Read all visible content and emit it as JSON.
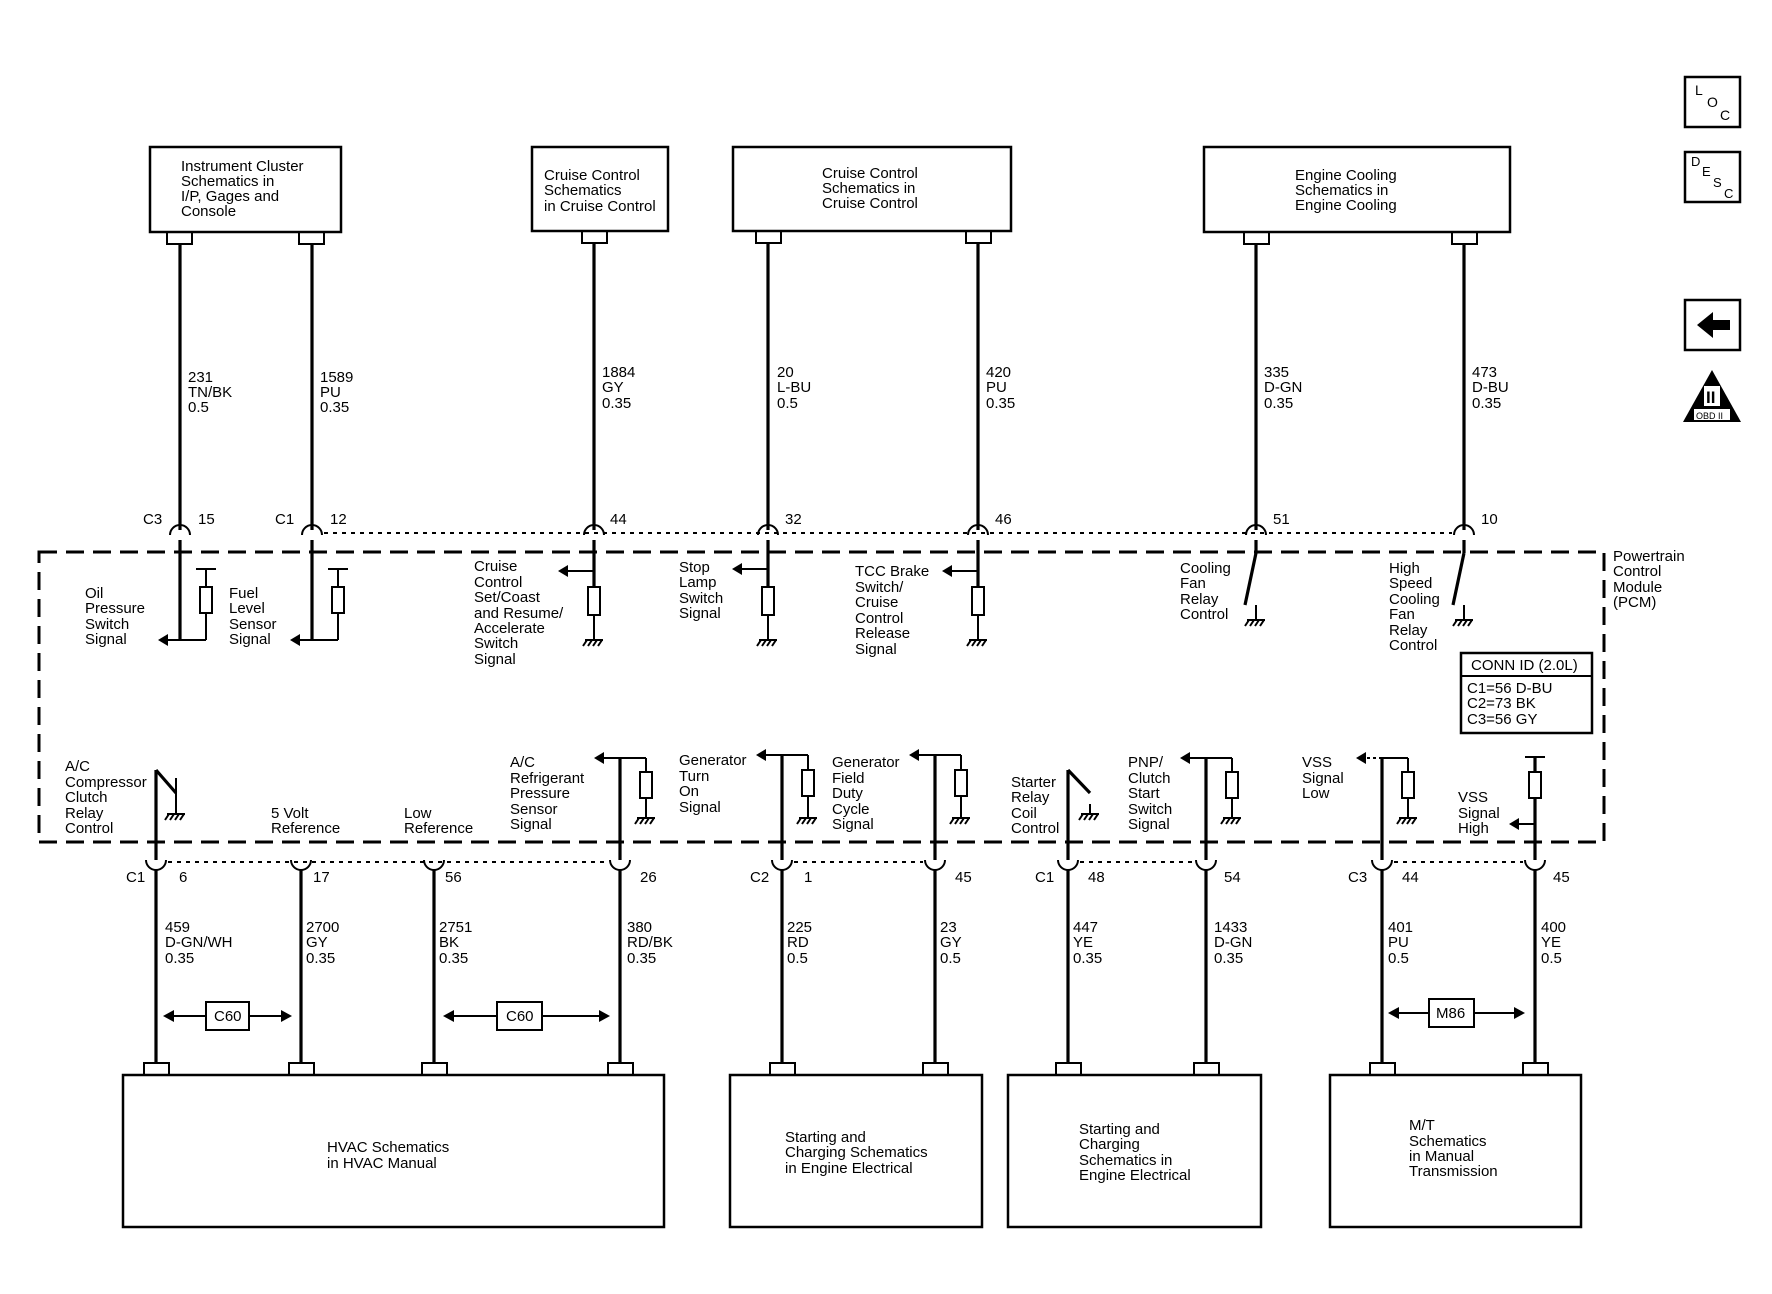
{
  "top_boxes": [
    {
      "lines": [
        "Instrument Cluster",
        "Schematics in",
        "I/P, Gages and",
        "Console"
      ]
    },
    {
      "lines": [
        "Cruise Control",
        "Schematics",
        "in Cruise Control"
      ]
    },
    {
      "lines": [
        "Cruise Control",
        "Schematics in",
        "Cruise Control"
      ]
    },
    {
      "lines": [
        "Engine Cooling",
        "Schematics in",
        "Engine Cooling"
      ]
    }
  ],
  "bottom_boxes": [
    {
      "lines": [
        "HVAC Schematics",
        "in HVAC Manual"
      ]
    },
    {
      "lines": [
        "Starting and",
        "Charging Schematics",
        "in Engine Electrical"
      ]
    },
    {
      "lines": [
        "Starting and",
        "Charging",
        "Schematics in",
        "Engine Electrical"
      ]
    },
    {
      "lines": [
        "M/T",
        "Schematics",
        "in Manual",
        "Transmission"
      ]
    }
  ],
  "top_wires": [
    {
      "circuit": "231",
      "color": "TN/BK",
      "gauge": "0.5",
      "connector": "C3",
      "pin": "15"
    },
    {
      "circuit": "1589",
      "color": "PU",
      "gauge": "0.35",
      "connector": "C1",
      "pin": "12"
    },
    {
      "circuit": "1884",
      "color": "GY",
      "gauge": "0.35",
      "connector": "",
      "pin": "44"
    },
    {
      "circuit": "20",
      "color": "L-BU",
      "gauge": "0.5",
      "connector": "",
      "pin": "32"
    },
    {
      "circuit": "420",
      "color": "PU",
      "gauge": "0.35",
      "connector": "",
      "pin": "46"
    },
    {
      "circuit": "335",
      "color": "D-GN",
      "gauge": "0.35",
      "connector": "",
      "pin": "51"
    },
    {
      "circuit": "473",
      "color": "D-BU",
      "gauge": "0.35",
      "connector": "",
      "pin": "10"
    }
  ],
  "bottom_wires": [
    {
      "circuit": "459",
      "color": "D-GN/WH",
      "gauge": "0.35",
      "connector": "C1",
      "pin": "6"
    },
    {
      "circuit": "2700",
      "color": "GY",
      "gauge": "0.35",
      "connector": "",
      "pin": "17"
    },
    {
      "circuit": "2751",
      "color": "BK",
      "gauge": "0.35",
      "connector": "",
      "pin": "56"
    },
    {
      "circuit": "380",
      "color": "RD/BK",
      "gauge": "0.35",
      "connector": "",
      "pin": "26"
    },
    {
      "circuit": "225",
      "color": "RD",
      "gauge": "0.5",
      "connector": "C2",
      "pin": "1"
    },
    {
      "circuit": "23",
      "color": "GY",
      "gauge": "0.5",
      "connector": "",
      "pin": "45"
    },
    {
      "circuit": "447",
      "color": "YE",
      "gauge": "0.35",
      "connector": "C1",
      "pin": "48"
    },
    {
      "circuit": "1433",
      "color": "D-GN",
      "gauge": "0.35",
      "connector": "",
      "pin": "54"
    },
    {
      "circuit": "401",
      "color": "PU",
      "gauge": "0.5",
      "connector": "C3",
      "pin": "44"
    },
    {
      "circuit": "400",
      "color": "YE",
      "gauge": "0.5",
      "connector": "",
      "pin": "45"
    }
  ],
  "pcm": {
    "title": [
      "Powertrain",
      "Control",
      "Module",
      "(PCM)"
    ],
    "upper_signals": [
      {
        "lines": [
          "Oil",
          "Pressure",
          "Switch",
          "Signal"
        ]
      },
      {
        "lines": [
          "Fuel",
          "Level",
          "Sensor",
          "Signal"
        ]
      },
      {
        "lines": [
          "Cruise",
          "Control",
          "Set/Coast",
          "and Resume/",
          "Accelerate",
          "Switch",
          "Signal"
        ]
      },
      {
        "lines": [
          "Stop",
          "Lamp",
          "Switch",
          "Signal"
        ]
      },
      {
        "lines": [
          "TCC Brake",
          "Switch/",
          "Cruise",
          "Control",
          "Release",
          "Signal"
        ]
      },
      {
        "lines": [
          "Cooling",
          "Fan",
          "Relay",
          "Control"
        ]
      },
      {
        "lines": [
          "High",
          "Speed",
          "Cooling",
          "Fan",
          "Relay",
          "Control"
        ]
      }
    ],
    "lower_signals": [
      {
        "lines": [
          "A/C",
          "Compressor",
          "Clutch",
          "Relay",
          "Control"
        ]
      },
      {
        "lines": [
          "5 Volt",
          "Reference"
        ]
      },
      {
        "lines": [
          "Low",
          "Reference"
        ]
      },
      {
        "lines": [
          "A/C",
          "Refrigerant",
          "Pressure",
          "Sensor",
          "Signal"
        ]
      },
      {
        "lines": [
          "Generator",
          "Turn",
          "On",
          "Signal"
        ]
      },
      {
        "lines": [
          "Generator",
          "Field",
          "Duty",
          "Cycle",
          "Signal"
        ]
      },
      {
        "lines": [
          "Starter",
          "Relay",
          "Coil",
          "Control"
        ]
      },
      {
        "lines": [
          "PNP/",
          "Clutch",
          "Start",
          "Switch",
          "Signal"
        ]
      },
      {
        "lines": [
          "VSS",
          "Signal",
          "Low"
        ]
      },
      {
        "lines": [
          "VSS",
          "Signal",
          "High"
        ]
      }
    ],
    "conn_id": {
      "title": "CONN ID (2.0L)",
      "lines": [
        "C1=56 D-BU",
        "C2=73 BK",
        "C3=56 GY"
      ]
    }
  },
  "splices": [
    "C60",
    "C60",
    "M86"
  ],
  "side_icons": [
    {
      "name": "loc-icon",
      "letters": [
        "L",
        "O",
        "C"
      ]
    },
    {
      "name": "desc-icon",
      "letters": [
        "D",
        "E",
        "S",
        "C"
      ]
    },
    {
      "name": "back-arrow-icon"
    },
    {
      "name": "obd-ii-icon",
      "letters": [
        "II"
      ],
      "caption": "OBD II"
    }
  ]
}
